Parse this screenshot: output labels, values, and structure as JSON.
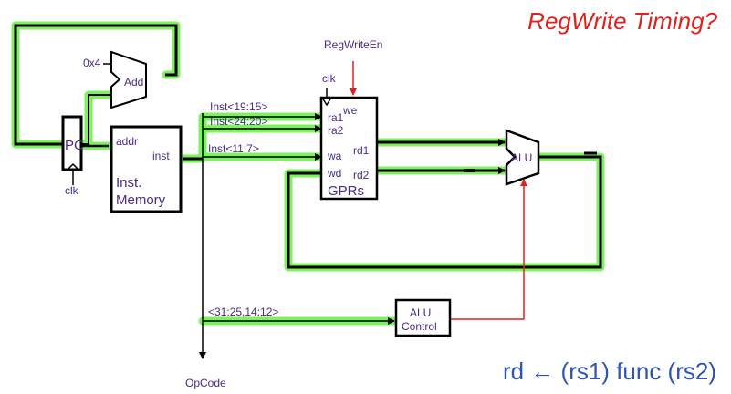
{
  "title": "RegWrite Timing?",
  "formula": "rd ← (rs1) func (rs2)",
  "labels": {
    "pc": "PC",
    "clk": "clk",
    "const_4": "0x4",
    "adder": "Add",
    "imem_addr": "addr",
    "imem_inst": "inst",
    "imem_name_1": "Inst.",
    "imem_name_2": "Memory",
    "inst_19_15": "Inst<19:15>",
    "inst_24_20": "Inst<24:20>",
    "inst_11_7": "Inst<11:7>",
    "funct_bits": "<31:25,14:12>",
    "regwrite_en": "RegWriteEn",
    "gpr_we": "we",
    "gpr_ra1": "ra1",
    "gpr_ra2": "ra2",
    "gpr_wa": "wa",
    "gpr_wd": "wd",
    "gpr_rd1": "rd1",
    "gpr_rd2": "rd2",
    "gpr_name": "GPRs",
    "alu": "ALU",
    "alu_control_1": "ALU",
    "alu_control_2": "Control",
    "opcode": "OpCode"
  },
  "colors": {
    "title": "#e3211c",
    "formula": "#2f54b5",
    "highlight": "#7cf25e",
    "control_signal": "#e3211c",
    "label": "#4b2a8a"
  }
}
